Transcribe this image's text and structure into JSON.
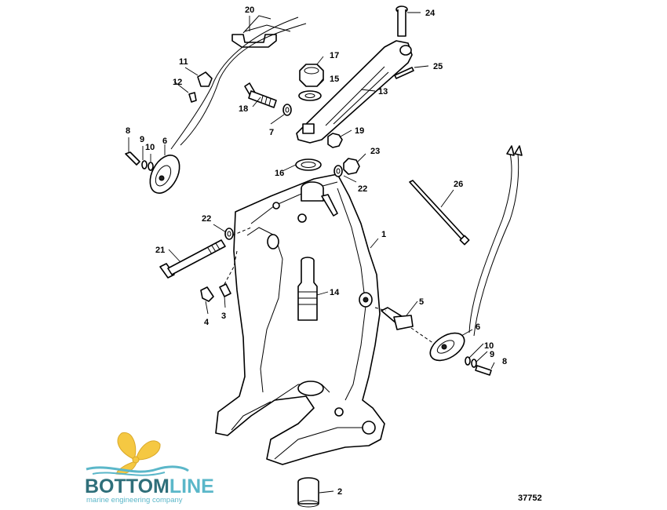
{
  "labels": {
    "p1": "1",
    "p2": "2",
    "p3": "3",
    "p4": "4",
    "p5": "5",
    "p6a": "6",
    "p6b": "6",
    "p7": "7",
    "p8a": "8",
    "p8b": "8",
    "p9a": "9",
    "p9b": "9",
    "p10a": "10",
    "p10b": "10",
    "p11": "11",
    "p12": "12",
    "p13": "13",
    "p14": "14",
    "p15": "15",
    "p16": "16",
    "p17": "17",
    "p18": "18",
    "p19": "19",
    "p20": "20",
    "p21": "21",
    "p22a": "22",
    "p22b": "22",
    "p23": "23",
    "p24": "24",
    "p25": "25",
    "p26": "26"
  },
  "logo": {
    "word_a": "BOTTOM",
    "word_b": "LINE",
    "tagline": "marine engineering company",
    "color_dark": "#2f6f7a",
    "color_light": "#5bb7c9",
    "color_prop": "#f5c842"
  },
  "figure_number": "37752"
}
